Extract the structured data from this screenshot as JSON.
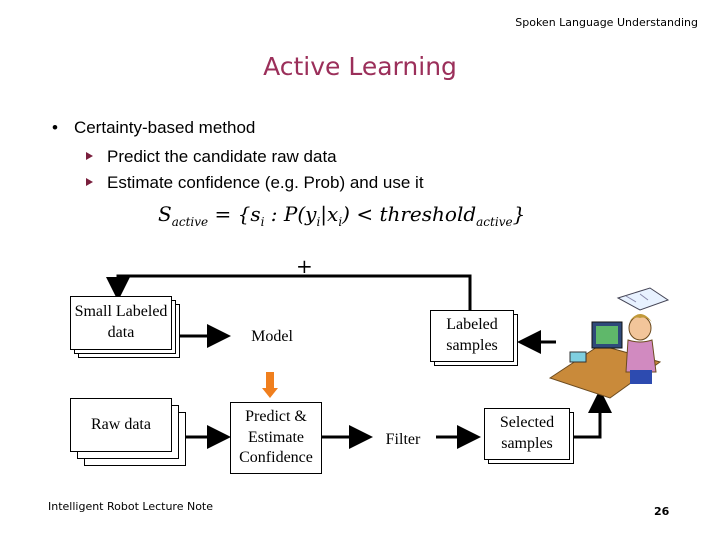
{
  "header": {
    "course_title": "Spoken Language Understanding"
  },
  "slide": {
    "title": "Active Learning",
    "bullet": "Certainty-based method",
    "sub_bullets": [
      "Predict the candidate raw data",
      "Estimate confidence (e.g. Prob) and use it"
    ],
    "formula": {
      "lhs": "S",
      "lhs_sub": "active",
      "body": "= {s",
      "body_sub": "i",
      "mid": ": P(y",
      "mid_sub": "i",
      "cond": "|x",
      "cond_sub": "i",
      "rhs": ") < threshold",
      "rhs_sub": "active",
      "close": "}"
    },
    "plus_symbol": "+"
  },
  "diagram": {
    "small_labeled_data": "Small Labeled data",
    "raw_data": "Raw data",
    "model": "Model",
    "predict": "Predict & Estimate Confidence",
    "filter": "Filter",
    "labeled_samples": "Labeled samples",
    "selected_samples": "Selected samples",
    "colors": {
      "orange_arrow": "#f07f1e",
      "title": "#9b2f5a",
      "bullet_marker": "#7a1f3d"
    }
  },
  "footer": {
    "left": "Intelligent Robot Lecture Note",
    "page_number": "26"
  }
}
